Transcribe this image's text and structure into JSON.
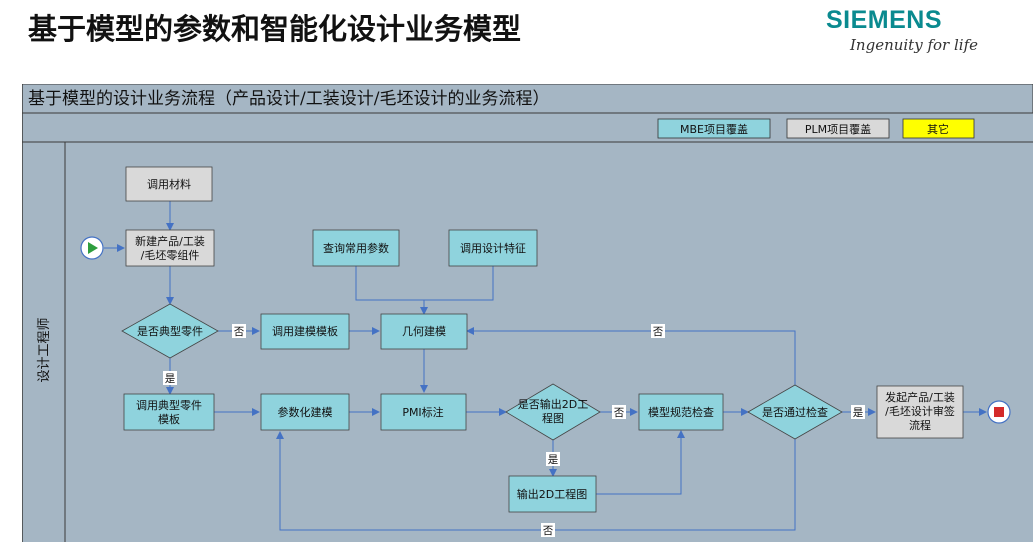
{
  "header": {
    "title": "基于模型的参数和智能化设计业务模型",
    "brand": "SIEMENS",
    "slogan": "Ingenuity for life"
  },
  "diagram": {
    "title": "基于模型的设计业务流程（产品设计/工装设计/毛坯设计的业务流程）",
    "lane_label": "设计工程师",
    "legend": [
      {
        "label": "MBE项目覆盖",
        "color": "#8fd3dd"
      },
      {
        "label": "PLM项目覆盖",
        "color": "#d9d9d9"
      },
      {
        "label": "其它",
        "color": "#ffff00"
      }
    ],
    "nodes": {
      "call_material": "调用材料",
      "new_part": [
        "新建产品/工装",
        "/毛坯零组件"
      ],
      "query_params": "查询常用参数",
      "call_features": "调用设计特征",
      "is_typical": "是否典型零件",
      "call_model_template": "调用建模模板",
      "geometry": "几何建模",
      "call_typical_template": [
        "调用典型零件",
        "模板"
      ],
      "param_model": "参数化建模",
      "pmi": "PMI标注",
      "output_2d_q": [
        "是否输出2D工",
        "程图"
      ],
      "model_check": "模型规范检查",
      "pass_check": "是否通过检查",
      "launch_review": [
        "发起产品/工装",
        "/毛坯设计审签",
        "流程"
      ],
      "output_2d": "输出2D工程图"
    },
    "edge_labels": {
      "no": "否",
      "yes": "是"
    }
  }
}
